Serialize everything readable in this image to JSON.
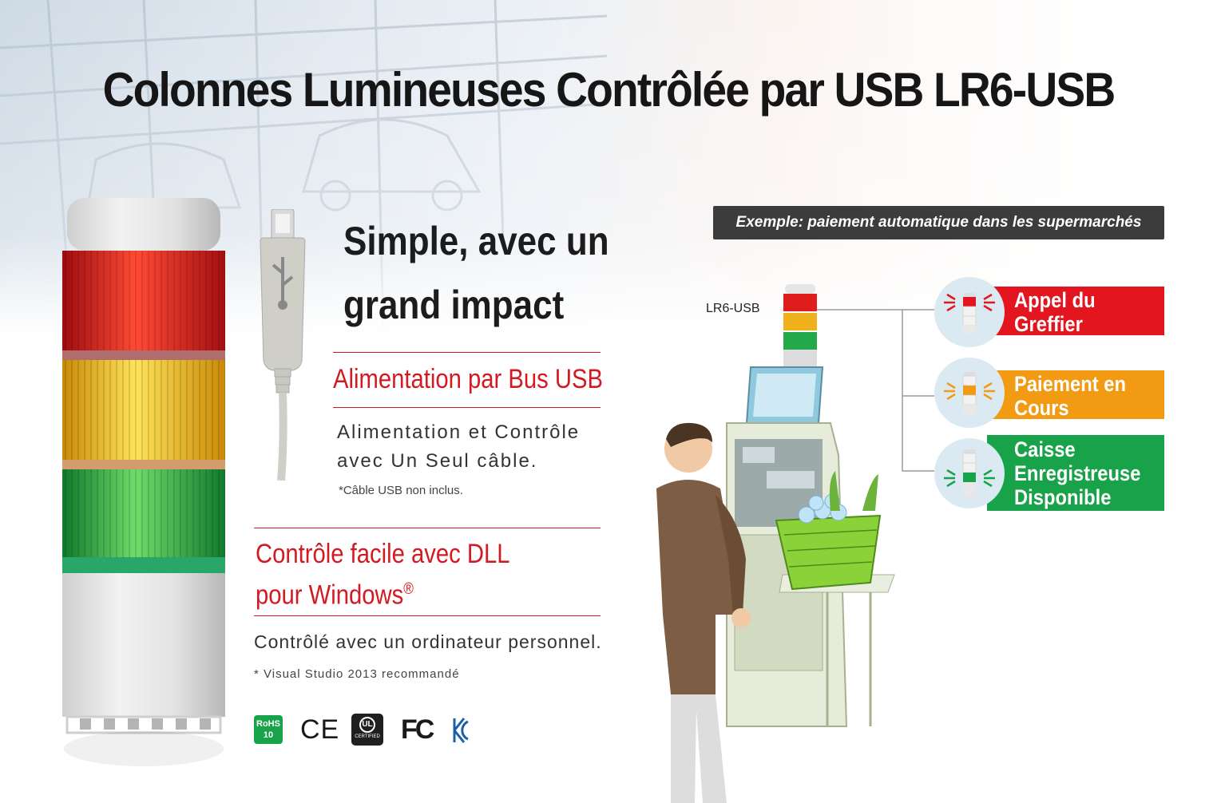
{
  "title": "Colonnes Lumineuses Contrôlée par USB LR6-USB",
  "headline": [
    "Simple, avec un",
    "grand impact"
  ],
  "features": [
    {
      "title": "Alimentation par Bus USB",
      "body": [
        "Alimentation et Contrôle",
        "avec Un Seul câble."
      ],
      "note": "*Câble USB non inclus."
    },
    {
      "title_line1": "Contrôle facile avec DLL",
      "title_line2": "pour Windows",
      "title_mark": "®",
      "body": "Contrôlé avec un ordinateur personnel.",
      "note": "* Visual Studio 2013 recommandé"
    }
  ],
  "certifications": [
    {
      "icon": "rohs-icon",
      "text": "RoHS 10"
    },
    {
      "icon": "ce-mark-icon",
      "text": "CE"
    },
    {
      "icon": "ul-certified-icon",
      "text": "CERTIFIED"
    },
    {
      "icon": "fcc-icon",
      "text": "FC"
    },
    {
      "icon": "kc-mark-icon",
      "text": ""
    }
  ],
  "example": {
    "label": "Exemple: paiement automatique dans les supermarchés",
    "device_label": "LR6-USB",
    "statuses": [
      {
        "lines": [
          "Appel du",
          "Greffier"
        ],
        "color": "#e3161f"
      },
      {
        "lines": [
          "Paiement en",
          "Cours"
        ],
        "color": "#f29a12"
      },
      {
        "lines": [
          "Caisse",
          "Enregistreuse",
          "Disponible"
        ],
        "color": "#18a34a"
      }
    ]
  },
  "colors": {
    "accent": "#d31a23",
    "red": "#e3161f",
    "amber": "#f29a12",
    "green": "#18a34a",
    "dark": "#3c3c3c"
  }
}
